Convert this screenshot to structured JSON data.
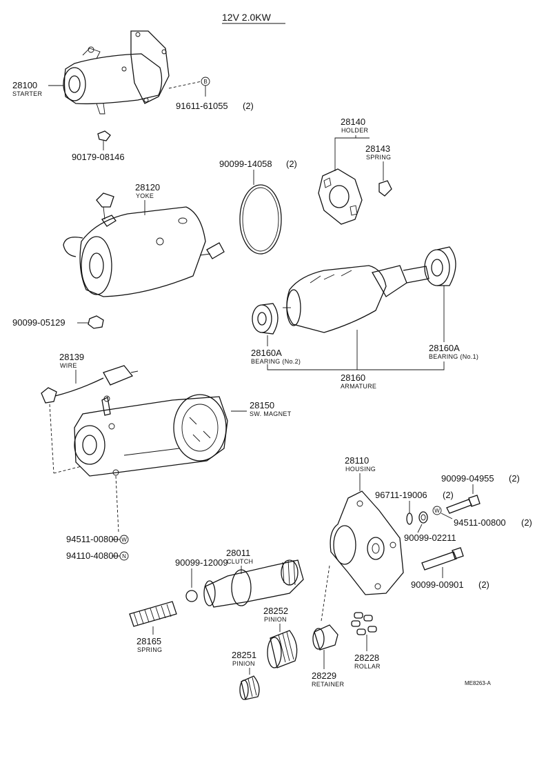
{
  "title": "12V 2.0KW",
  "diagram_code": "ME8263-A",
  "parts": {
    "starter": {
      "number": "28100",
      "name": "STARTER"
    },
    "bolt_91611": {
      "number": "91611-61055",
      "qty": "(2)",
      "symbol": "B"
    },
    "nut_90179": {
      "number": "90179-08146"
    },
    "holder": {
      "number": "28140",
      "name": "HOLDER"
    },
    "spring_28143": {
      "number": "28143",
      "name": "SPRING"
    },
    "oring_90099_14058": {
      "number": "90099-14058",
      "qty": "(2)"
    },
    "yoke": {
      "number": "28120",
      "name": "YOKE"
    },
    "nut_90099_05129": {
      "number": "90099-05129"
    },
    "bearing_no2": {
      "number": "28160A",
      "name": "BEARING (No.2)"
    },
    "bearing_no1": {
      "number": "28160A",
      "name": "BEARING (No.1)"
    },
    "armature": {
      "number": "28160",
      "name": "ARMATURE"
    },
    "wire": {
      "number": "28139",
      "name": "WIRE"
    },
    "sw_magnet": {
      "number": "28150",
      "name": "SW. MAGNET"
    },
    "housing": {
      "number": "28110",
      "name": "HOUSING"
    },
    "bolt_90099_04955": {
      "number": "90099-04955",
      "qty": "(2)"
    },
    "washer_96711": {
      "number": "96711-19006",
      "qty": "(2)"
    },
    "washer_94511_right": {
      "number": "94511-00800",
      "qty": "(2)",
      "symbol": "W"
    },
    "ring_90099_02211": {
      "number": "90099-02211"
    },
    "bolt_90099_00901": {
      "number": "90099-00901",
      "qty": "(2)"
    },
    "washer_94511_left": {
      "number": "94511-00800",
      "symbol": "W"
    },
    "nut_94110": {
      "number": "94110-40800",
      "symbol": "N"
    },
    "clutch": {
      "number": "28011",
      "name": "CLUTCH"
    },
    "ball_90099_12009": {
      "number": "90099-12009"
    },
    "spring_28165": {
      "number": "28165",
      "name": "SPRING"
    },
    "pinion_28252": {
      "number": "28252",
      "name": "PINION"
    },
    "pinion_28251": {
      "number": "28251",
      "name": "PINION"
    },
    "retainer": {
      "number": "28229",
      "name": "RETAINER"
    },
    "roller": {
      "number": "28228",
      "name": "ROLLAR"
    }
  }
}
